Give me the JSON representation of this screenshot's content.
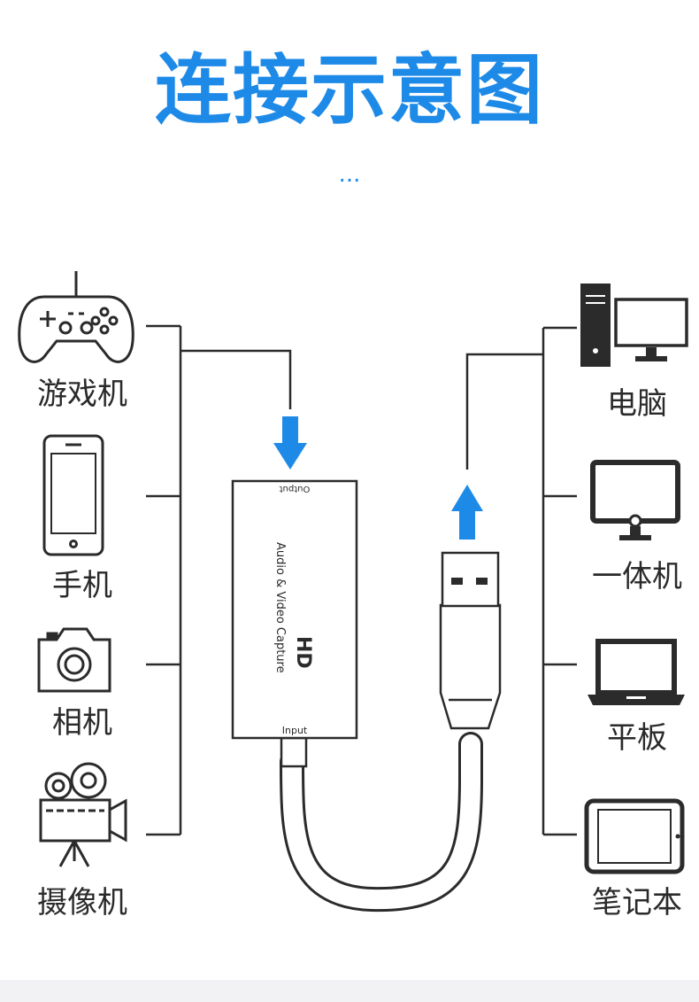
{
  "title": "连接示意图",
  "dots": "...",
  "inputs": [
    {
      "label": "游戏机",
      "icon": "gamepad-icon"
    },
    {
      "label": "手机",
      "icon": "smartphone-icon"
    },
    {
      "label": "相机",
      "icon": "camera-icon"
    },
    {
      "label": "摄像机",
      "icon": "video-camera-icon"
    }
  ],
  "outputs": [
    {
      "label": "电脑",
      "icon": "desktop-pc-icon"
    },
    {
      "label": "一体机",
      "icon": "all-in-one-icon"
    },
    {
      "label": "平板",
      "icon": "laptop-icon"
    },
    {
      "label": "笔记本",
      "icon": "tablet-icon"
    }
  ],
  "device": {
    "output_port": "Output",
    "product_text": "Audio & Video Capture",
    "logo": "HD",
    "input_port": "Input"
  },
  "colors": {
    "accent": "#1e8ae8",
    "line": "#2b2b2b",
    "text": "#2a2a2a"
  }
}
